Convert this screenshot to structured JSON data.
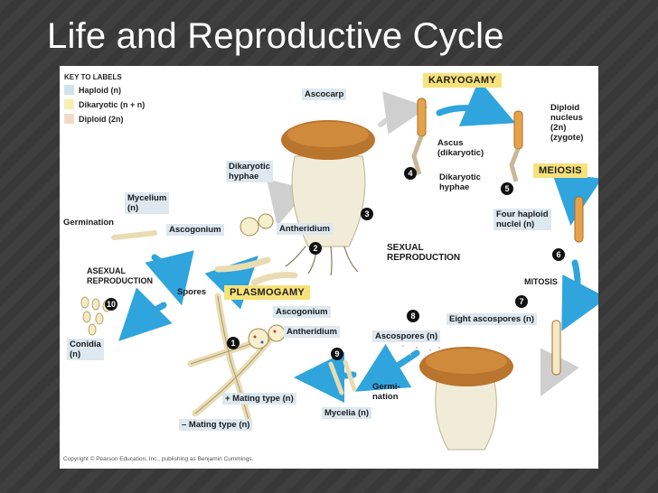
{
  "slide": {
    "title": "Life and Reproductive Cycle"
  },
  "key": {
    "title": "KEY TO LABELS",
    "items": [
      {
        "label": "Haploid (n)",
        "color": "#cfe3ee"
      },
      {
        "label": "Dikaryotic (n + n)",
        "color": "#f6efb0"
      },
      {
        "label": "Diploid (2n)",
        "color": "#f5d9c8"
      }
    ]
  },
  "stages": {
    "karyogamy": "KARYOGAMY",
    "meiosis": "MEIOSIS",
    "plasmogamy": "PLASMOGAMY",
    "sexual_reproduction": "SEXUAL\nREPRODUCTION",
    "asexual_reproduction": "ASEXUAL\nREPRODUCTION"
  },
  "labels": {
    "ascocarp": "Ascocarp",
    "dikaryotic_hyphae_top": "Dikaryotic\nhyphae",
    "ascus": "Ascus\n(dikaryotic)",
    "dikaryotic_hyphae_right": "Dikaryotic\nhyphae",
    "diploid_nucleus": "Diploid\nnucleus\n(2n)\n(zygote)",
    "mycelium": "Mycelium\n(n)",
    "germination": "Germination",
    "ascogonium_top": "Ascogonium",
    "antheridium_top": "Antheridium",
    "four_haploid": "Four haploid\nnuclei (n)",
    "spores": "Spores",
    "mitosis": "MITOSIS",
    "ascogonium_bottom": "Ascogonium",
    "antheridium_bottom": "Antheridium",
    "eight_ascospores": "Eight ascospores (n)",
    "ascospores": "Ascospores (n)",
    "conidia": "Conidia\n(n)",
    "mating_plus": "+ Mating type (n)",
    "mating_minus": "– Mating type (n)",
    "germination_bottom": "Germi-\nnation",
    "mycelia": "Mycelia (n)"
  },
  "steps": [
    "1",
    "2",
    "3",
    "4",
    "5",
    "6",
    "7",
    "8",
    "9",
    "10"
  ],
  "copyright": "Copyright © Pearson Education, Inc., publishing as Benjamin Cummings."
}
